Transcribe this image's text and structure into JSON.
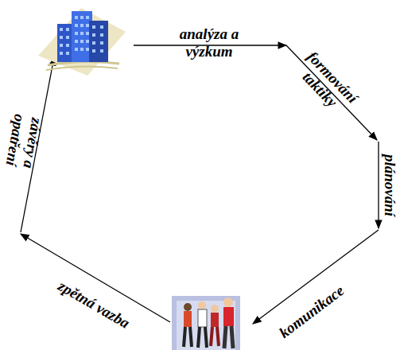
{
  "diagram": {
    "labels": [
      "analýza a výzkum",
      "formování taktiky",
      "plánování",
      "komunikace",
      "zpětná vazba",
      "závěry a opatření"
    ]
  }
}
